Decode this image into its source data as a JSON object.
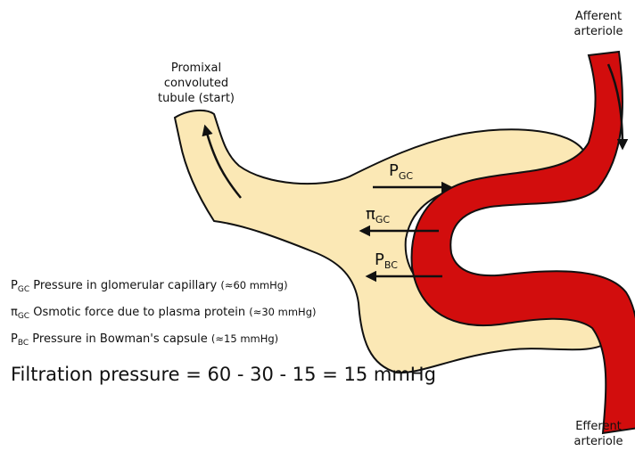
{
  "colors": {
    "tubule_fill": "#fbe8b5",
    "vessel_fill": "#d20d0d",
    "outline": "#111111",
    "background": "#ffffff"
  },
  "labels": {
    "afferent": [
      "Afferent",
      "arteriole"
    ],
    "efferent": [
      "Efferent",
      "arteriole"
    ],
    "tubule": [
      "Promixal",
      "convoluted",
      "tubule (start)"
    ]
  },
  "forces": {
    "pgc": {
      "symbol": "P",
      "sub": "GC"
    },
    "pigc": {
      "symbol": "π",
      "sub": "GC"
    },
    "pbc": {
      "symbol": "P",
      "sub": "BC"
    }
  },
  "legend": [
    {
      "symbol": "P",
      "sub": "GC",
      "text": "Pressure in glomerular capillary",
      "note": "(≈60 mmHg)"
    },
    {
      "symbol": "π",
      "sub": "GC",
      "text": "Osmotic force due to plasma protein",
      "note": "(≈30 mmHg)"
    },
    {
      "symbol": "P",
      "sub": "BC",
      "text": "Pressure in Bowman's capsule",
      "note": "(≈15 mmHg)"
    }
  ],
  "formula": "Filtration pressure = 60 - 30 - 15 = 15 mmHg",
  "icons": {
    "flow_arrow": "flow-arrow-icon",
    "force_arrow": "force-arrow-icon"
  }
}
